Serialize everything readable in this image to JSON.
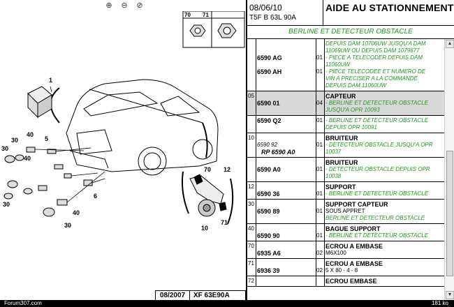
{
  "toolbar": {
    "zoom_in_icon": "magnifier-plus-icon",
    "zoom_out_icon": "magnifier-minus-icon",
    "zoom_fit_icon": "magnifier-fit-icon"
  },
  "drawing": {
    "fastener_box_labels": [
      "70",
      "71"
    ],
    "callouts": [
      "1",
      "40",
      "5",
      "30",
      "30",
      "40",
      "6",
      "30",
      "40",
      "30",
      "70",
      "12",
      "10",
      "71"
    ],
    "footer_date": "08/2007",
    "footer_ref": "XF 63E90A"
  },
  "header": {
    "date": "08/06/10",
    "ref": "T5F  B  63L 90A",
    "title": "AIDE AU STATIONNEMENT"
  },
  "subtitle": "BERLINE ET DETECTEUR OBSTACLE",
  "rows": [
    {
      "pos": "",
      "parts": [
        {
          "num": "",
          "qty": "",
          "desc": "DEPUIS DAM 10706UW JUSQU'A DAM",
          "style": "g"
        },
        {
          "num": "",
          "qty": "",
          "desc": "11069UW OU DEPUIS DAM 1079677",
          "style": "g"
        },
        {
          "num": "6590 AG",
          "qty": "01",
          "desc": "- PIECE A TELECODER DEPUIS DAM",
          "style": "g"
        },
        {
          "num": "",
          "qty": "",
          "desc": "11060UW",
          "style": "g"
        },
        {
          "num": "6590 AH",
          "qty": "01",
          "desc": "- PIECE TELECODEE ET NUMERO DE",
          "style": "g"
        },
        {
          "num": "",
          "qty": "",
          "desc": "VIN A PRECISER A LA COMMANDE",
          "style": "g"
        },
        {
          "num": "",
          "qty": "",
          "desc": "DEPUIS DAM 11060UW",
          "style": "g"
        }
      ]
    },
    {
      "pos": "05",
      "highlight": true,
      "parts": [
        {
          "num": "",
          "qty": "",
          "desc": "CAPTEUR",
          "style": "b"
        },
        {
          "num": "6590 01",
          "qty": "04",
          "desc": "- BERLINE ET DETECTEUR OBSTACLE",
          "style": "g"
        },
        {
          "num": "",
          "qty": "",
          "desc": "JUSQU'A OPR 10093",
          "style": "g"
        }
      ]
    },
    {
      "pos": "",
      "parts": [
        {
          "num": "6590 Q2",
          "qty": "01",
          "desc": "- BERLINE ET DETECTEUR OBSTACLE",
          "style": "g"
        },
        {
          "num": "",
          "qty": "",
          "desc": "DEPUIS OPR 10091",
          "style": "g"
        }
      ]
    },
    {
      "pos": "10",
      "parts": [
        {
          "num": "",
          "qty": "",
          "desc": "BRUITEUR",
          "style": "b"
        },
        {
          "num": "6590 92",
          "qty": "01",
          "desc": "- DETECTEUR OBSTACLE JUSQU'A OPR",
          "style": "g",
          "numstyle": "alt"
        },
        {
          "num": "RP 6590 A0",
          "qty": "",
          "desc": "10037",
          "style": "g",
          "numstyle": "altb"
        }
      ]
    },
    {
      "pos": "",
      "parts": [
        {
          "num": "",
          "qty": "",
          "desc": "BRUITEUR",
          "style": "b"
        },
        {
          "num": "6590 A0",
          "qty": "01",
          "desc": "- DETECTEUR OBSTACLE DEPUIS OPR",
          "style": "g"
        },
        {
          "num": "",
          "qty": "",
          "desc": "10038",
          "style": "g"
        }
      ]
    },
    {
      "pos": "12",
      "parts": [
        {
          "num": "",
          "qty": "",
          "desc": "SUPPORT",
          "style": "b"
        },
        {
          "num": "6590 36",
          "qty": "01",
          "desc": "- BERLINE ET DETECTEUR OBSTACLE",
          "style": "g"
        }
      ]
    },
    {
      "pos": "30",
      "parts": [
        {
          "num": "",
          "qty": "",
          "desc": "SUPPORT CAPTEUR",
          "style": "b"
        },
        {
          "num": "6590 89",
          "qty": "01",
          "desc": "SOUS APPRET",
          "style": "k"
        },
        {
          "num": "",
          "qty": "",
          "desc": "  BERLINE ET DETECTEUR OBSTACLE",
          "style": "g"
        }
      ]
    },
    {
      "pos": "40",
      "parts": [
        {
          "num": "",
          "qty": "",
          "desc": "BAGUE SUPPORT",
          "style": "b"
        },
        {
          "num": "6590 90",
          "qty": "01",
          "desc": "- BERLINE ET DETECTEUR OBSTACLE",
          "style": "g"
        }
      ]
    },
    {
      "pos": "70",
      "parts": [
        {
          "num": "",
          "qty": "",
          "desc": "ECROU A EMBASE",
          "style": "b"
        },
        {
          "num": "6935 A6",
          "qty": "02",
          "desc": "M6X100",
          "style": "k"
        }
      ]
    },
    {
      "pos": "71",
      "parts": [
        {
          "num": "",
          "qty": "",
          "desc": "ECROU A EMBASE",
          "style": "b"
        },
        {
          "num": "6936 39",
          "qty": "02",
          "desc": "5 X 80 - 4 - 8",
          "style": "k"
        }
      ]
    },
    {
      "pos": "72",
      "parts": [
        {
          "num": "",
          "qty": "",
          "desc": "ECROU EMBASE",
          "style": "b"
        }
      ]
    }
  ],
  "status": {
    "left": "Forum307.com",
    "right": "181 ko"
  }
}
